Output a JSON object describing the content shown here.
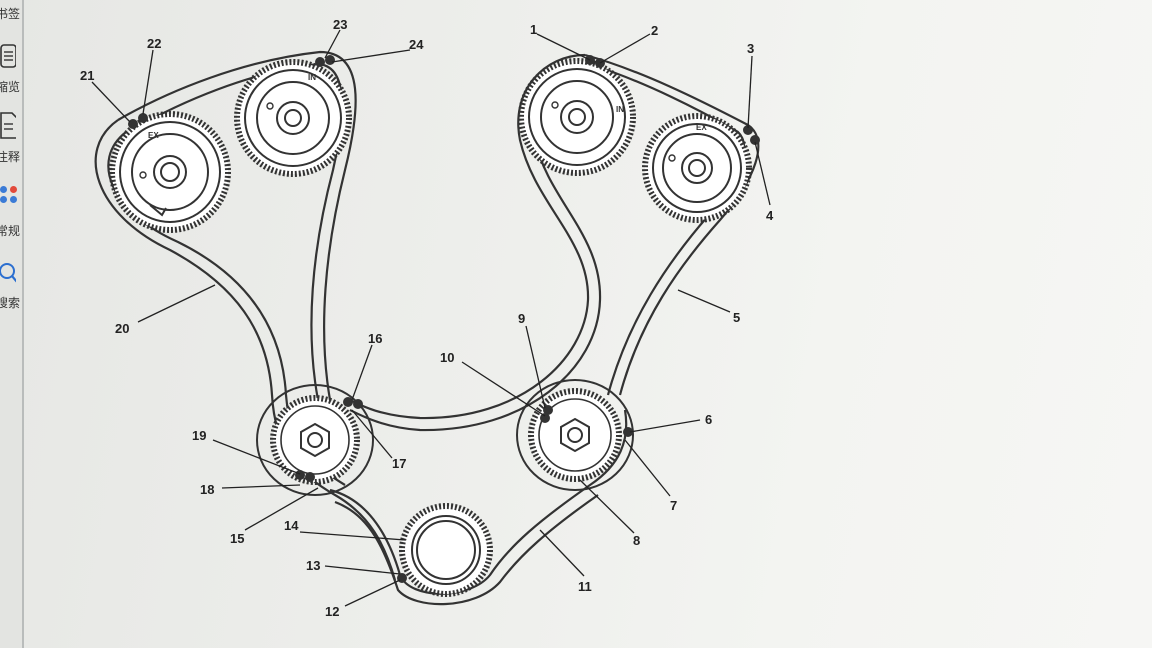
{
  "sidebar": {
    "items": [
      {
        "label": "书签",
        "icon": "bookmark-icon"
      },
      {
        "label": "缩览",
        "icon": "thumbnail-icon"
      },
      {
        "label": "注释",
        "icon": "annotation-icon"
      },
      {
        "label": "常规",
        "icon": "apps-icon"
      },
      {
        "label": "搜索",
        "icon": "search-icon"
      }
    ],
    "apps_colors": [
      "#3b7bd6",
      "#e24a3b",
      "#3b7bd6",
      "#3b7bd6"
    ]
  },
  "diagram": {
    "sprocket_marks": [
      "EX",
      "IN",
      "IN",
      "EX"
    ],
    "callouts": [
      "1",
      "2",
      "3",
      "4",
      "5",
      "6",
      "7",
      "8",
      "9",
      "10",
      "11",
      "12",
      "13",
      "14",
      "15",
      "16",
      "17",
      "18",
      "19",
      "20",
      "21",
      "22",
      "23",
      "24"
    ]
  }
}
